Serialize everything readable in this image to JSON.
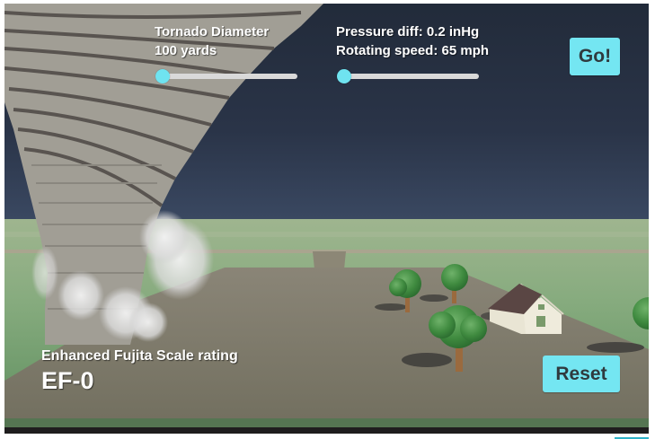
{
  "controls": {
    "diameter": {
      "title": "Tornado Diameter",
      "value_text": "100 yards",
      "slider_position": 0
    },
    "pressure": {
      "title": "Pressure diff: 0.2 inHg",
      "value_text": "Rotating speed: 65 mph",
      "slider_position": 0
    },
    "go_label": "Go!",
    "reset_label": "Reset"
  },
  "rating": {
    "caption": "Enhanced Fujita Scale rating",
    "value": "EF-0"
  },
  "scene": {
    "objects": [
      "tornado",
      "dust-cloud",
      "trees",
      "house",
      "field",
      "road"
    ]
  },
  "colors": {
    "accent": "#74e6f2",
    "slider_thumb": "#6fe3f0",
    "slider_track": "#d9d9d9",
    "sky_top": "#222b3a",
    "sky_horizon": "#6e87ad",
    "ground": "#878273",
    "grass": "#6a9868"
  }
}
